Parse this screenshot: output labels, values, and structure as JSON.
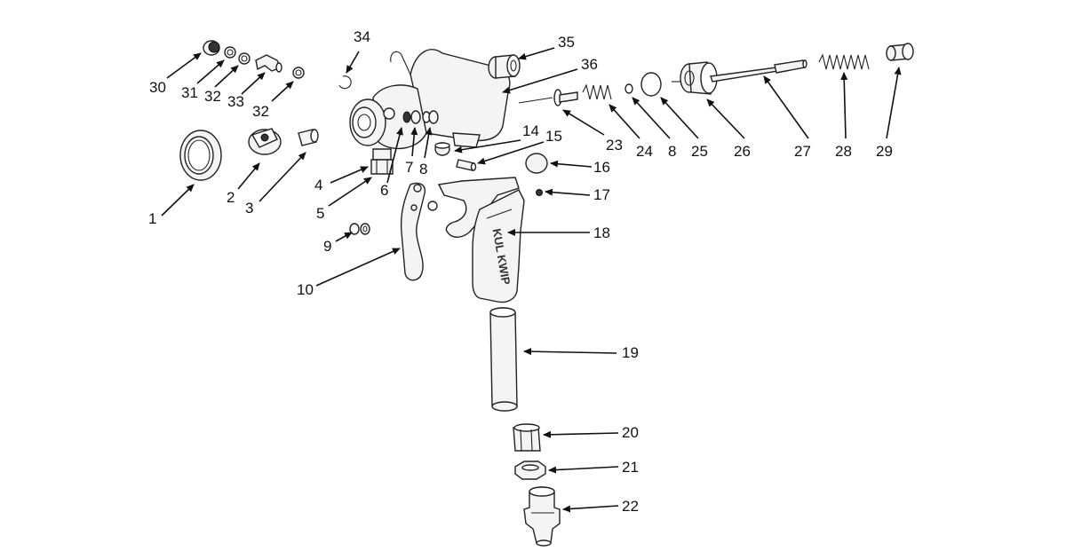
{
  "labels": {
    "p1": "1",
    "p2": "2",
    "p3": "3",
    "p4": "4",
    "p5": "5",
    "p6": "6",
    "p7": "7",
    "p8a": "8",
    "p8b": "8",
    "p9": "9",
    "p10": "10",
    "p14": "14",
    "p15": "15",
    "p16": "16",
    "p17": "17",
    "p18": "18",
    "p19": "19",
    "p20": "20",
    "p21": "21",
    "p22": "22",
    "p23": "23",
    "p24": "24",
    "p25": "25",
    "p26": "26",
    "p27": "27",
    "p28": "28",
    "p29": "29",
    "p30": "30",
    "p31": "31",
    "p32a": "32",
    "p32b": "32",
    "p33": "33",
    "p34": "34",
    "p35": "35",
    "p36": "36"
  },
  "handle_text": "KUL KWIP"
}
